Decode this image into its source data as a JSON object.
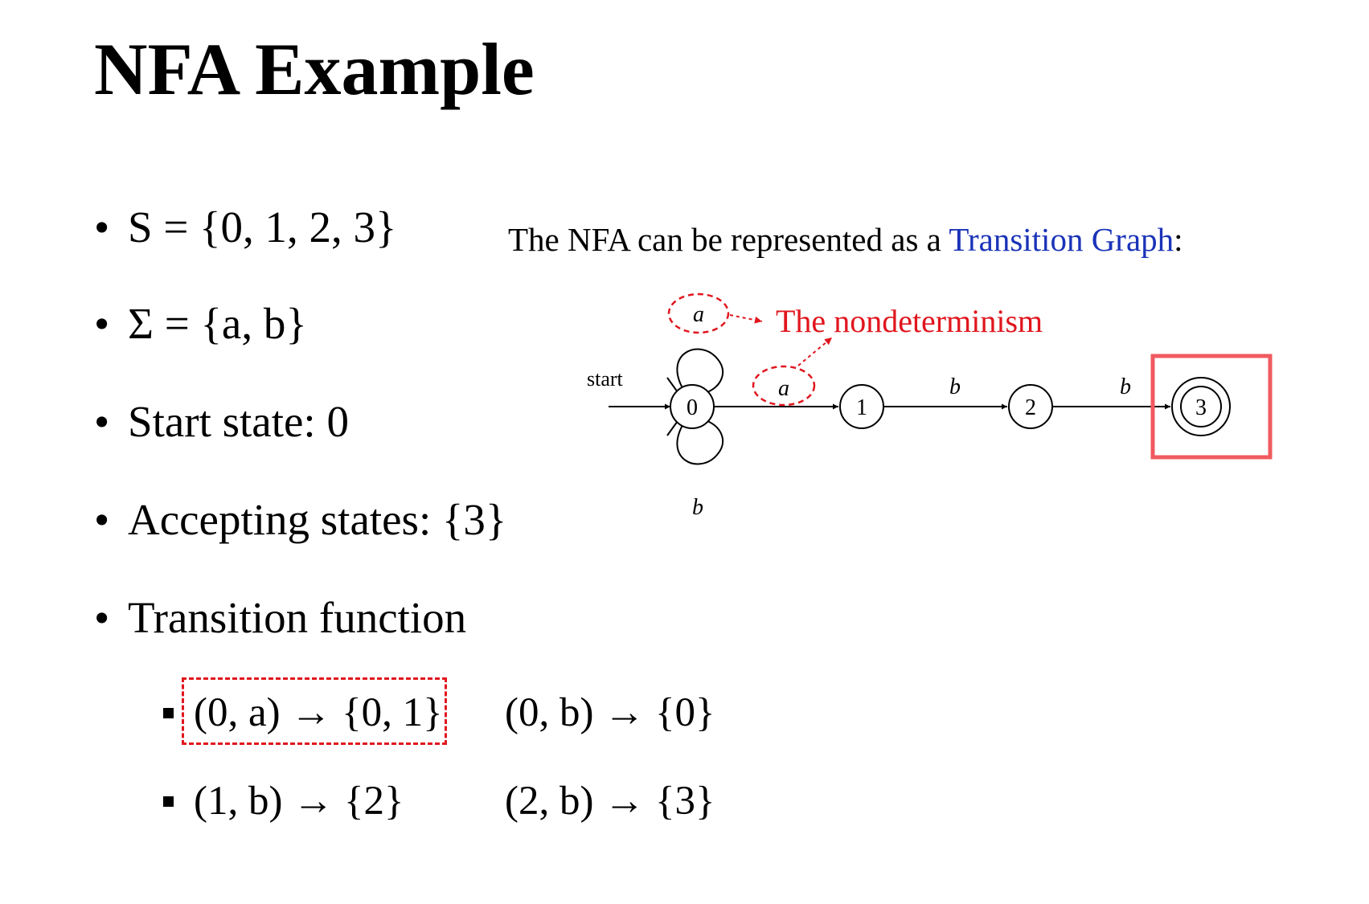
{
  "slide": {
    "title": "NFA Example",
    "bullet_glyph": "•",
    "bullets": [
      "S = {0, 1, 2, 3}",
      "Σ = {a, b}",
      "Start state: 0",
      "Accepting states: {3}",
      "Transition function"
    ],
    "transitions": [
      [
        "(0, a) → {0, 1}",
        "(0, b) → {0}"
      ],
      [
        "(1, b) → {2}",
        "(2, b) → {3}"
      ]
    ]
  },
  "diagram": {
    "caption_prefix": "The NFA can be represented as a ",
    "caption_link": "Transition Graph",
    "caption_suffix": ":",
    "annotation": "The nondeterminism",
    "start_label": "start",
    "states": [
      "0",
      "1",
      "2",
      "3"
    ],
    "accepting_state": "3",
    "edge_labels": {
      "self_top": "a",
      "self_bottom": "b",
      "e01": "a",
      "e12": "b",
      "e23": "b"
    },
    "colors": {
      "highlight": "#e0161e",
      "accept_box": "#f05a5f",
      "link": "#1a33b8"
    }
  }
}
